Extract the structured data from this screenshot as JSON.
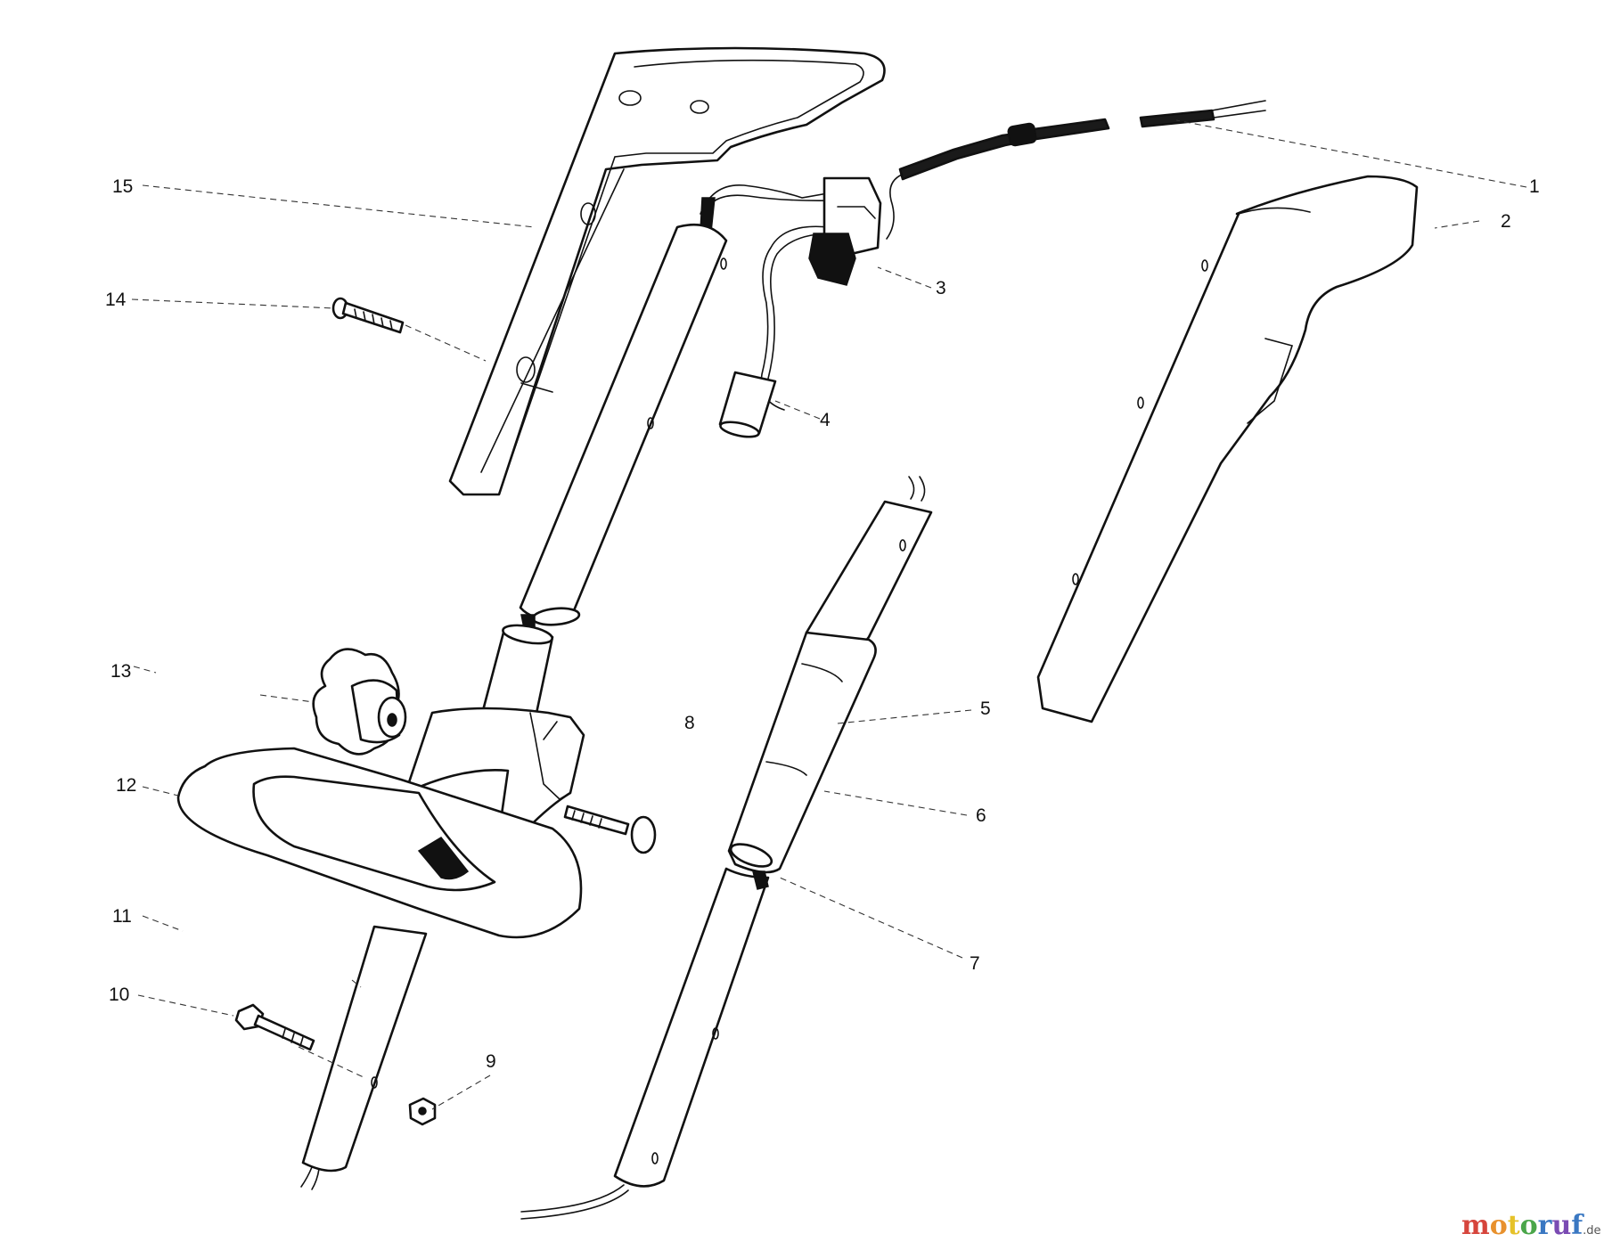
{
  "callouts": [
    "1",
    "2",
    "3",
    "4",
    "5",
    "6",
    "7",
    "8",
    "9",
    "10",
    "11",
    "12",
    "13",
    "14",
    "15"
  ],
  "watermark": {
    "name": "motoruf",
    "suffix": ".de",
    "letter_colors": [
      "#d6453c",
      "#e8912d",
      "#e6c229",
      "#4aa64a",
      "#3a78c2",
      "#7a4bb3",
      "#3a78c2"
    ]
  },
  "icons": {
    "cable": "power-cord-icon",
    "switch": "trigger-switch-icon",
    "knob": "star-knob-icon",
    "bolt": "bolt-icon",
    "nut": "hex-nut-icon"
  }
}
